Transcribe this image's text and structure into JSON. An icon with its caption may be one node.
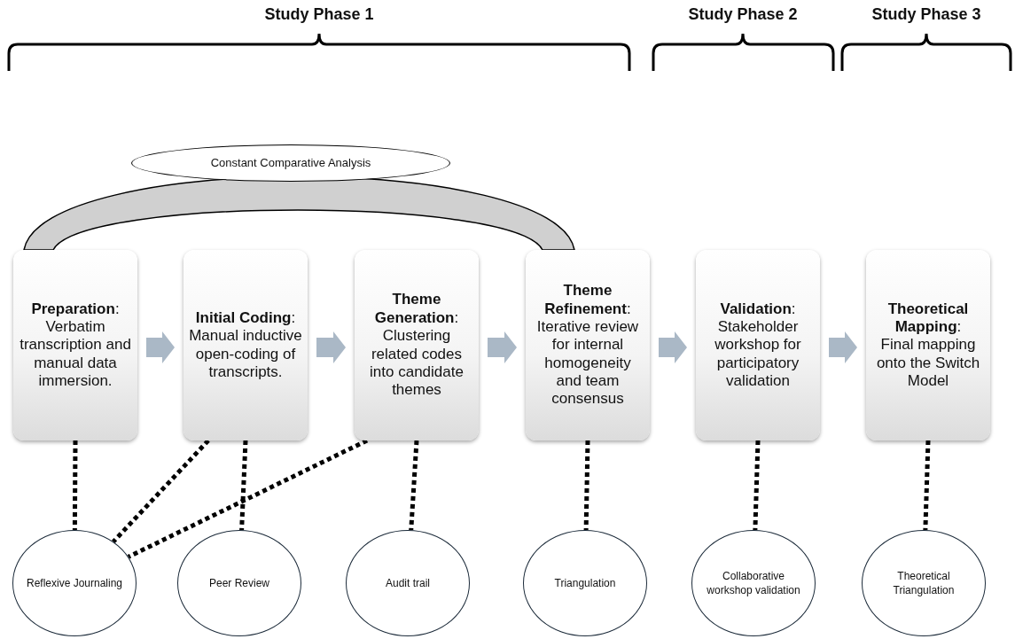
{
  "diagram": {
    "nodes": [
      {
        "text": [
          "Constant Comparative Analysis"
        ]
      },
      {
        "text": [
          "**Preparation**:",
          "Verbatim transcription and manual data immersion."
        ]
      },
      {
        "text": [
          "**Initial Coding**:",
          "Manual inductive open-coding of transcripts."
        ]
      },
      {
        "text": [
          "**Theme Generation**:",
          "Clustering related codes into candidate themes"
        ]
      },
      {
        "text": [
          "**Theme Refinement**:",
          "Iterative review for internal homogeneity and team consensus"
        ]
      },
      {
        "text": [
          "**Validation**:",
          "Stakeholder workshop for participatory validation"
        ]
      },
      {
        "text": [
          "**Theoretical Mapping**:",
          "Final mapping onto the Switch Model"
        ]
      },
      {
        "text": [
          "Reflexive Journaling"
        ]
      },
      {
        "text": [
          "Peer Review"
        ]
      },
      {
        "text": [
          "Audit trail"
        ]
      },
      {
        "text": [
          "Triangulation"
        ]
      },
      {
        "text": [
          "Collaborative workshop validation"
        ]
      },
      {
        "text": [
          "Theoretical Triangulation"
        ]
      }
    ],
    "edges": [
      {
        "from": 1,
        "to": 4,
        "arrow": "none",
        "style": "thick",
        "color": "#d0d0d0"
      },
      {
        "from": 1,
        "to": 2,
        "arrow": "to",
        "style": "thick",
        "color": "#aab8c6"
      },
      {
        "from": 2,
        "to": 3,
        "arrow": "to",
        "style": "thick",
        "color": "#aab8c6"
      },
      {
        "from": 3,
        "to": 4,
        "arrow": "to",
        "style": "thick",
        "color": "#aab8c6"
      },
      {
        "from": 4,
        "to": 5,
        "arrow": "to",
        "style": "thick",
        "color": "#aab8c6"
      },
      {
        "from": 5,
        "to": 6,
        "arrow": "to",
        "style": "thick",
        "color": "#aab8c6"
      },
      {
        "from": 1,
        "to": 7,
        "arrow": "none",
        "style": "dashed"
      },
      {
        "from": 2,
        "to": 7,
        "arrow": "none",
        "style": "dashed"
      },
      {
        "from": 2,
        "to": 8,
        "arrow": "none",
        "style": "dashed"
      },
      {
        "from": 3,
        "to": 7,
        "arrow": "none",
        "style": "dashed"
      },
      {
        "from": 3,
        "to": 9,
        "arrow": "none",
        "style": "dashed"
      },
      {
        "from": 4,
        "to": 10,
        "arrow": "none",
        "style": "dashed"
      },
      {
        "from": 5,
        "to": 11,
        "arrow": "none",
        "style": "dashed"
      },
      {
        "from": 6,
        "to": 12,
        "arrow": "none",
        "style": "dashed"
      }
    ],
    "labels": [
      "Study Phase 1",
      "Study Phase 2",
      "Study Phase 3"
    ]
  }
}
